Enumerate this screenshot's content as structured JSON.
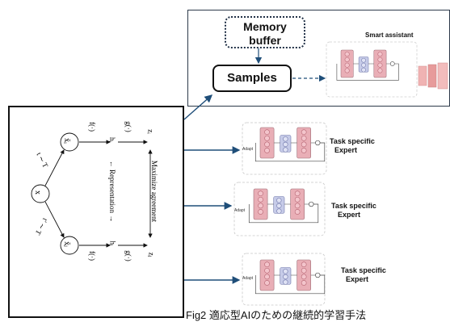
{
  "memory_buffer": {
    "line1": "Memory",
    "line2": "buffer"
  },
  "samples_label": "Samples",
  "smart_assistant": "Smart assistant",
  "experts": [
    {
      "line1": "Task specific",
      "line2": "Expert"
    },
    {
      "line1": "Task specific",
      "line2": "Expert"
    },
    {
      "line1": "Task specific",
      "line2": "Expert"
    }
  ],
  "simclr": {
    "x": "x",
    "x_i": "x̃ᵢ",
    "x_j": "x̃ⱼ",
    "t1": "t ∼ T",
    "t2": "t′ ∼ T",
    "f1": "f(·)",
    "f2": "f(·)",
    "g1": "g(·)",
    "g2": "g(·)",
    "h_i": "hᵢ",
    "h_j": "hⱼ",
    "z_i": "zᵢ",
    "z_j": "zⱼ",
    "representation": "← Representation →",
    "maximize": "Maximize agreement"
  },
  "caption": "Fig2 適応型AIのための継続的学習手法"
}
